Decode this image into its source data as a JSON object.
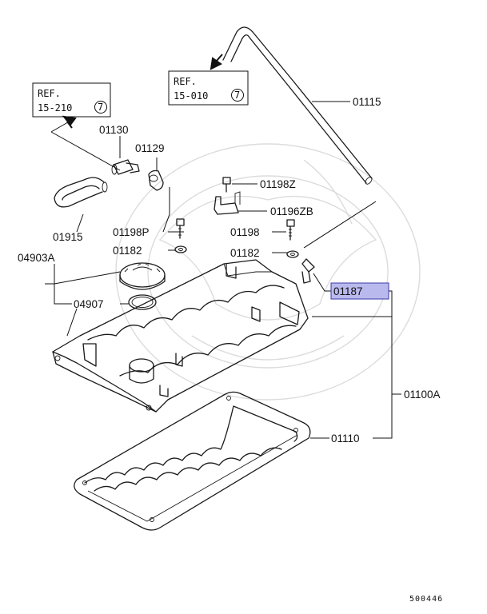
{
  "refs": {
    "left": {
      "line1": "REF.",
      "line2": "15-210",
      "circle": "7"
    },
    "right": {
      "line1": "REF.",
      "line2": "15-010",
      "circle": "7"
    }
  },
  "labels": {
    "p01115": "01115",
    "p01130": "01130",
    "p01129": "01129",
    "p01198Z": "01198Z",
    "p01196ZB": "01196ZB",
    "p01198P": "01198P",
    "p01198": "01198",
    "p01915": "01915",
    "p04903A": "04903A",
    "p01182_left": "01182",
    "p01182_right": "01182",
    "p01187": "01187",
    "p04907": "04907",
    "p01100A": "01100A",
    "p01110": "01110"
  },
  "colors": {
    "highlight": "#b9b9ee",
    "highlight_border": "#3a3aa8"
  },
  "diagram_code": "500446"
}
